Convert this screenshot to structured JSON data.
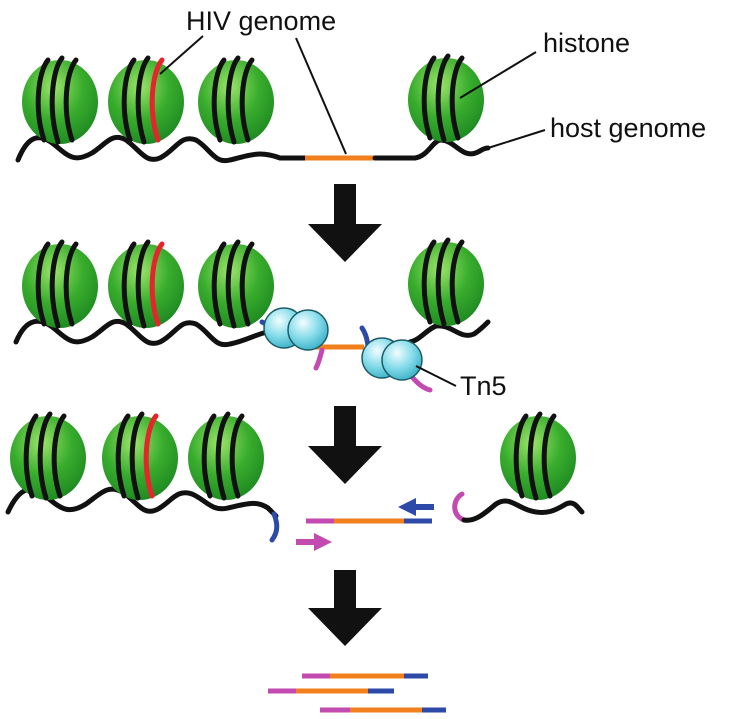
{
  "labels": {
    "hiv_genome": "HIV genome",
    "histone": "histone",
    "host_genome": "host genome",
    "tn5": "Tn5"
  },
  "colors": {
    "histone_green": "#2ea52a",
    "histone_highlight": "#9be46a",
    "dna": "#111111",
    "hiv_segment": "#f07f1c",
    "hiv_marker": "#e4252b",
    "adapter_blue": "#2e4aa8",
    "adapter_magenta": "#c24ab0",
    "tn5_cyan": "#7fdcea",
    "arrow": "#111111"
  },
  "icons": {
    "histone": "green-sphere-with-wrapped-dna",
    "tn5": "cyan-sphere-pair",
    "step_arrow": "down-arrow",
    "primer_arrow": "small-horizontal-arrow"
  }
}
